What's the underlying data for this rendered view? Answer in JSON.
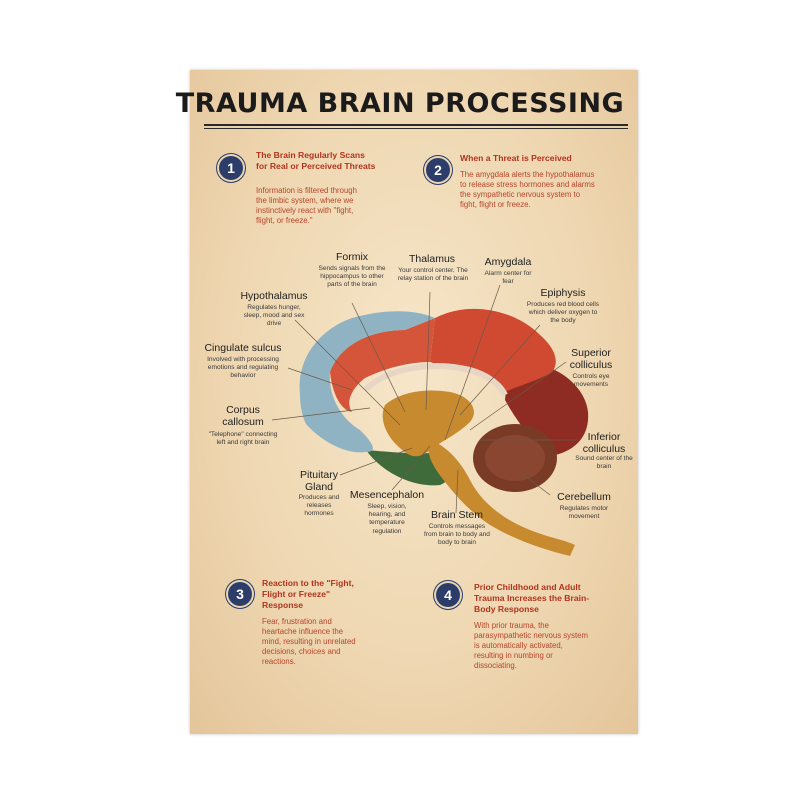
{
  "title": "TRAUMA BRAIN PROCESSING",
  "colors": {
    "background": "#f0dcbc",
    "badge": "#2c3d6a",
    "section_heading": "#b0341e",
    "section_text": "#b6452c",
    "blue_region": "#8fb3c2",
    "red_region": "#cf4a30",
    "dark_red": "#8e2b22",
    "green_region": "#3f6b3a",
    "gold": "#c88a2e",
    "brown": "#7a3b26"
  },
  "sections": [
    {
      "number": "1",
      "heading": "The Brain Regularly Scans for Real or Perceived Threats",
      "body": "Information is filtered through the limbic system, where we instinctively react with \"fight, flight, or freeze.\""
    },
    {
      "number": "2",
      "heading": "When a Threat is Perceived",
      "body": "The amygdala alerts the hypothalamus to release stress hormones and alarms the sympathetic nervous system to fight, flight or freeze."
    },
    {
      "number": "3",
      "heading": "Reaction to the \"Fight, Flight or Freeze\" Response",
      "body": "Fear, frustration and heartache influence the mind, resulting in unrelated decisions, choices and reactions."
    },
    {
      "number": "4",
      "heading": "Prior Childhood and Adult Trauma Increases the Brain-Body Response",
      "body": "With prior trauma, the parasympathetic nervous system is automatically activated, resulting in numbing or dissociating."
    }
  ],
  "labels": {
    "formix": {
      "name": "Formix",
      "desc": "Sends signals from the hippocampus to other parts of the brain"
    },
    "thalamus": {
      "name": "Thalamus",
      "desc": "Your control center. The relay station of the brain"
    },
    "amygdala": {
      "name": "Amygdala",
      "desc": "Alarm center for fear"
    },
    "hypothalamus": {
      "name": "Hypothalamus",
      "desc": "Regulates hunger, sleep, mood and sex drive"
    },
    "epiphysis": {
      "name": "Epiphysis",
      "desc": "Produces red blood cells which deliver oxygen to the body"
    },
    "cingulate": {
      "name": "Cingulate sulcus",
      "desc": "Involved with processing emotions and regulating behavior"
    },
    "superior_colliculus": {
      "name": "Superior colliculus",
      "desc": "Controls eye movements"
    },
    "corpus_callosum": {
      "name": "Corpus callosum",
      "desc": "\"Telephone\" connecting left and right brain"
    },
    "inferior_colliculus": {
      "name": "Inferior colliculus",
      "desc": "Sound center of the brain"
    },
    "pituitary": {
      "name": "Pituitary Gland",
      "desc": "Produces and releases hormones"
    },
    "mesencephalon": {
      "name": "Mesencephalon",
      "desc": "Sleep, vision, hearing, and temperature regulation"
    },
    "cerebellum": {
      "name": "Cerebellum",
      "desc": "Regulates motor movement"
    },
    "brain_stem": {
      "name": "Brain Stem",
      "desc": "Controls messages from brain to body and body to brain"
    }
  }
}
